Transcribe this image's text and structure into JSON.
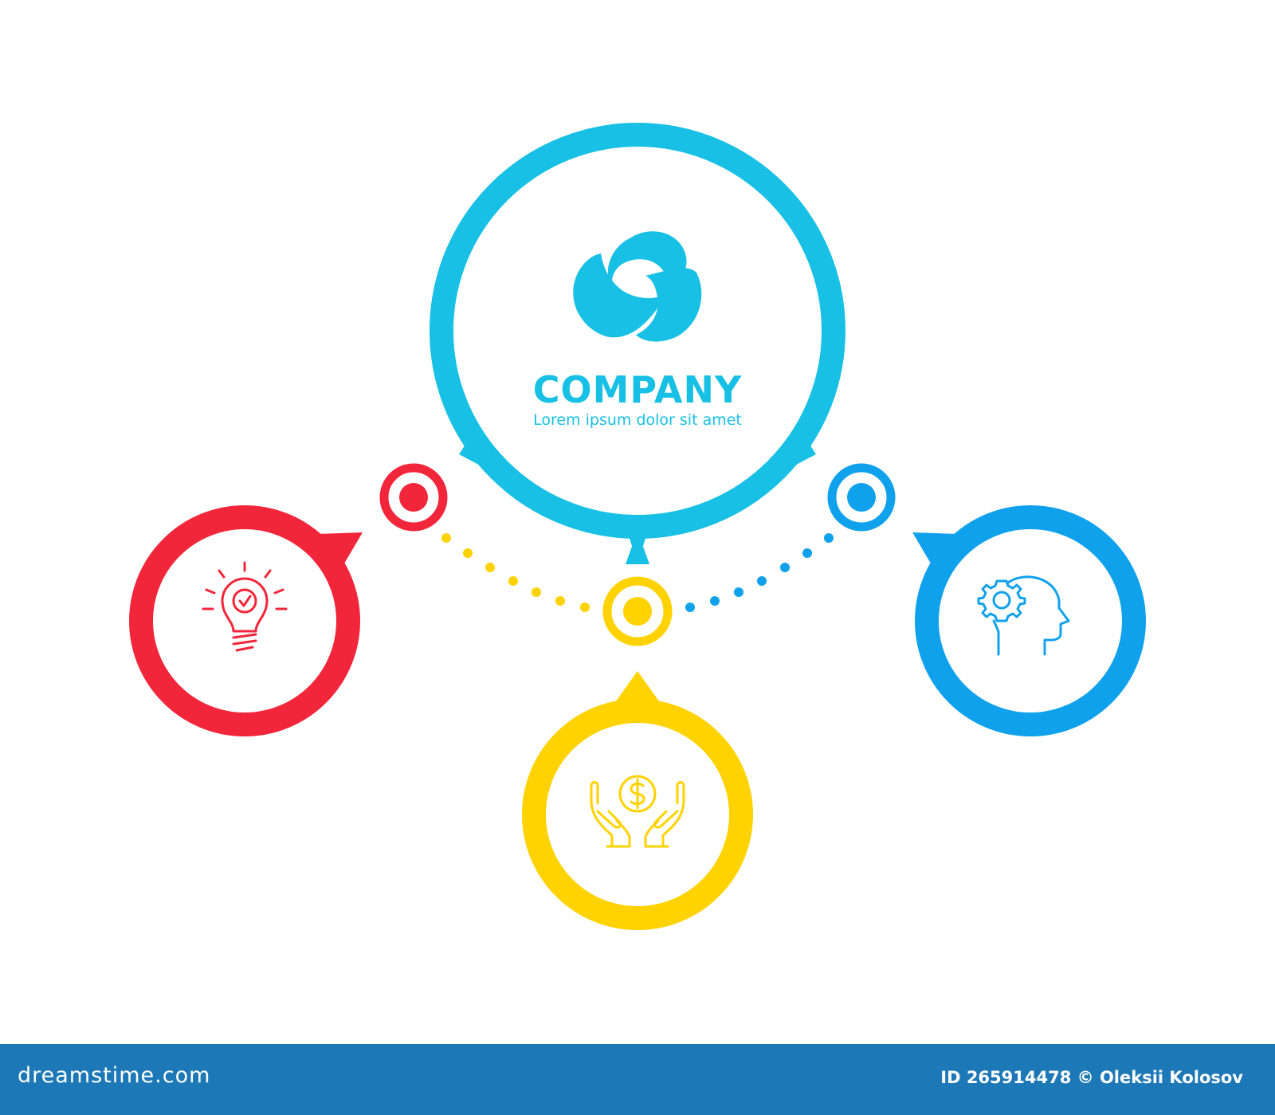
{
  "center": {
    "title": "COMPANY",
    "tagline": "Lorem ipsum dolor sit amet",
    "color": "#17c0e4",
    "logo_icon": "three-petal-logo-icon"
  },
  "nodes": [
    {
      "id": "idea",
      "icon": "lightbulb-check-icon",
      "color": "#f2263a"
    },
    {
      "id": "finance",
      "icon": "hands-dollar-coin-icon",
      "color": "#ffd200"
    },
    {
      "id": "mind",
      "icon": "head-gear-icon",
      "color": "#10a1ec"
    }
  ],
  "footer": {
    "brand": "dreamstime.com",
    "credit": "ID 265914478 © Oleksii Kolosov",
    "color": "#1d78b7"
  }
}
